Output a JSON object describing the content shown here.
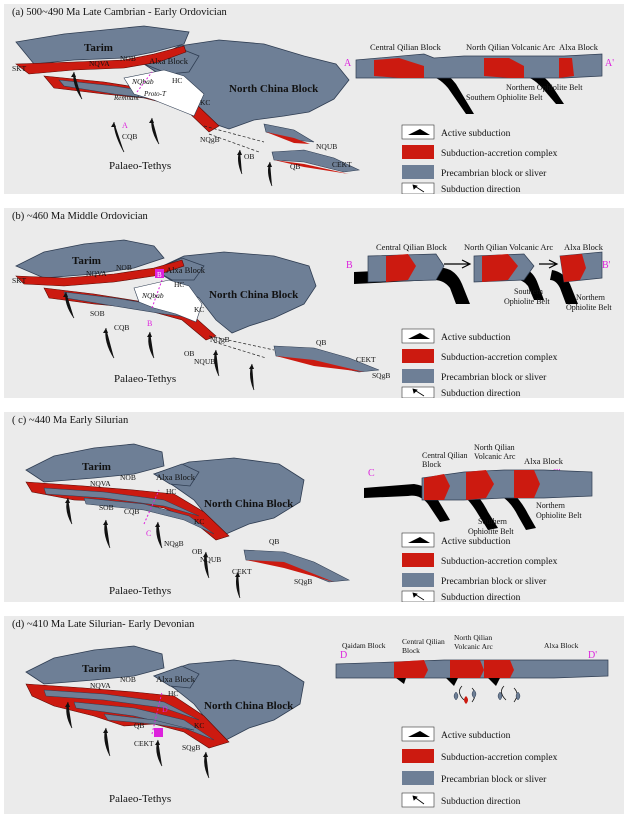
{
  "colors": {
    "block": "#6e7f96",
    "block_stroke": "#2f3d52",
    "complex": "#cc1a10",
    "slab": "#000000",
    "section_label": "#dd22dd",
    "ocean": "#ffffff"
  },
  "legend": {
    "active_subduction": "Active subduction",
    "accretion_complex": "Subduction-accretion complex",
    "precambrian_block": "Precambrian block or sliver",
    "subduction_direction": "Subduction direction"
  },
  "panels": [
    {
      "id": "a",
      "title": "(a) 500~490 Ma   Late Cambrian - Early Ordovician",
      "map": {
        "Tarim": "Tarim",
        "NCB": "North China Block",
        "Alxa": "Alxa Block",
        "SKT": "SKT",
        "NQVA": "NQVA",
        "NOB": "NOB",
        "HC": "HC",
        "KC": "KC",
        "CQB": "CQB",
        "NQgB": "NQgB",
        "NQUB": "NQUB",
        "OB": "OB",
        "QB": "QB",
        "CEKT": "CEKT",
        "PalaeoTethys": "Palaeo-Tethys",
        "NQbb": "NQbab",
        "proto": "Proto-T",
        "remnant": "Remnant",
        "A": "A"
      },
      "section": {
        "start": "A",
        "end": "A'",
        "cq": "Central Qilian Block",
        "nqva": "North Qilian Volcanic Arc",
        "alxa": "Alxa Block",
        "sob": "Southern Ophiolite Belt",
        "nob": "Northern Ophiolite Belt"
      }
    },
    {
      "id": "b",
      "title": "(b) ~460 Ma   Middle Ordovician",
      "map": {
        "Tarim": "Tarim",
        "NCB": "North China Block",
        "Alxa": "Alxa Block",
        "SKT": "SKT",
        "NQVA": "NQVA",
        "NOB": "NOB",
        "SOB": "SOB",
        "HC": "HC",
        "KC": "KC",
        "CQB": "CQB",
        "NQgB": "NQgB",
        "NQUB": "NQUB",
        "OB": "OB",
        "QB": "QB",
        "CEKT": "CEKT",
        "SQgB": "SQgB",
        "PalaeoTethys": "Palaeo-Tethys",
        "NQbb": "NQbab",
        "B": "B",
        "marker": "B"
      },
      "section": {
        "start": "B",
        "end": "B'",
        "cq": "Central Qilian Block",
        "nqva": "North Qilian Volcanic Arc",
        "alxa": "Alxa Block",
        "sob1": "Southern",
        "sob2": "Ophiolite Belt",
        "nob1": "Northern",
        "nob2": "Ophiolite Belt"
      }
    },
    {
      "id": "c",
      "title": "( c) ~440 Ma   Early Silurian",
      "map": {
        "Tarim": "Tarim",
        "NCB": "North China Block",
        "Alxa": "Alxa Block",
        "NQVA": "NQVA",
        "NOB": "NOB",
        "SOB": "SOB",
        "HC": "HC",
        "KC": "KC",
        "CQB": "CQB",
        "NQgB": "NQgB",
        "NQUB": "NQUB",
        "OB": "OB",
        "QB": "QB",
        "CEKT": "CEKT",
        "SQgB": "SQgB",
        "PalaeoTethys": "Palaeo-Tethys",
        "C": "C"
      },
      "section": {
        "start": "C",
        "end": "C'",
        "cq1": "Central Qilian",
        "cq2": "Block",
        "nqva1": "North Qilian",
        "nqva2": "Volcanic Arc",
        "alxa": "Alxa Block",
        "sob1": "Southern",
        "sob2": "Ophiolite Belt",
        "nob1": "Northern",
        "nob2": "Ophiolite Belt"
      }
    },
    {
      "id": "d",
      "title": "(d) ~410 Ma   Late Silurian- Early Devonian",
      "map": {
        "Tarim": "Tarim",
        "NCB": "North China Block",
        "Alxa": "Alxa Block",
        "NQVA": "NQVA",
        "NOB": "NOB",
        "HC": "HC",
        "KC": "KC",
        "QB": "QB",
        "CEKT": "CEKT",
        "SQgB": "SQgB",
        "PalaeoTethys": "Palaeo-Tethys",
        "D": "D"
      },
      "section": {
        "start": "D",
        "end": "D'",
        "qd": "Qaidam Block",
        "cq1": "Central Qilian",
        "cq2": "Block",
        "nqva1": "North Qilian",
        "nqva2": "Volcanic Arc",
        "alxa": "Alxa Block"
      }
    }
  ]
}
